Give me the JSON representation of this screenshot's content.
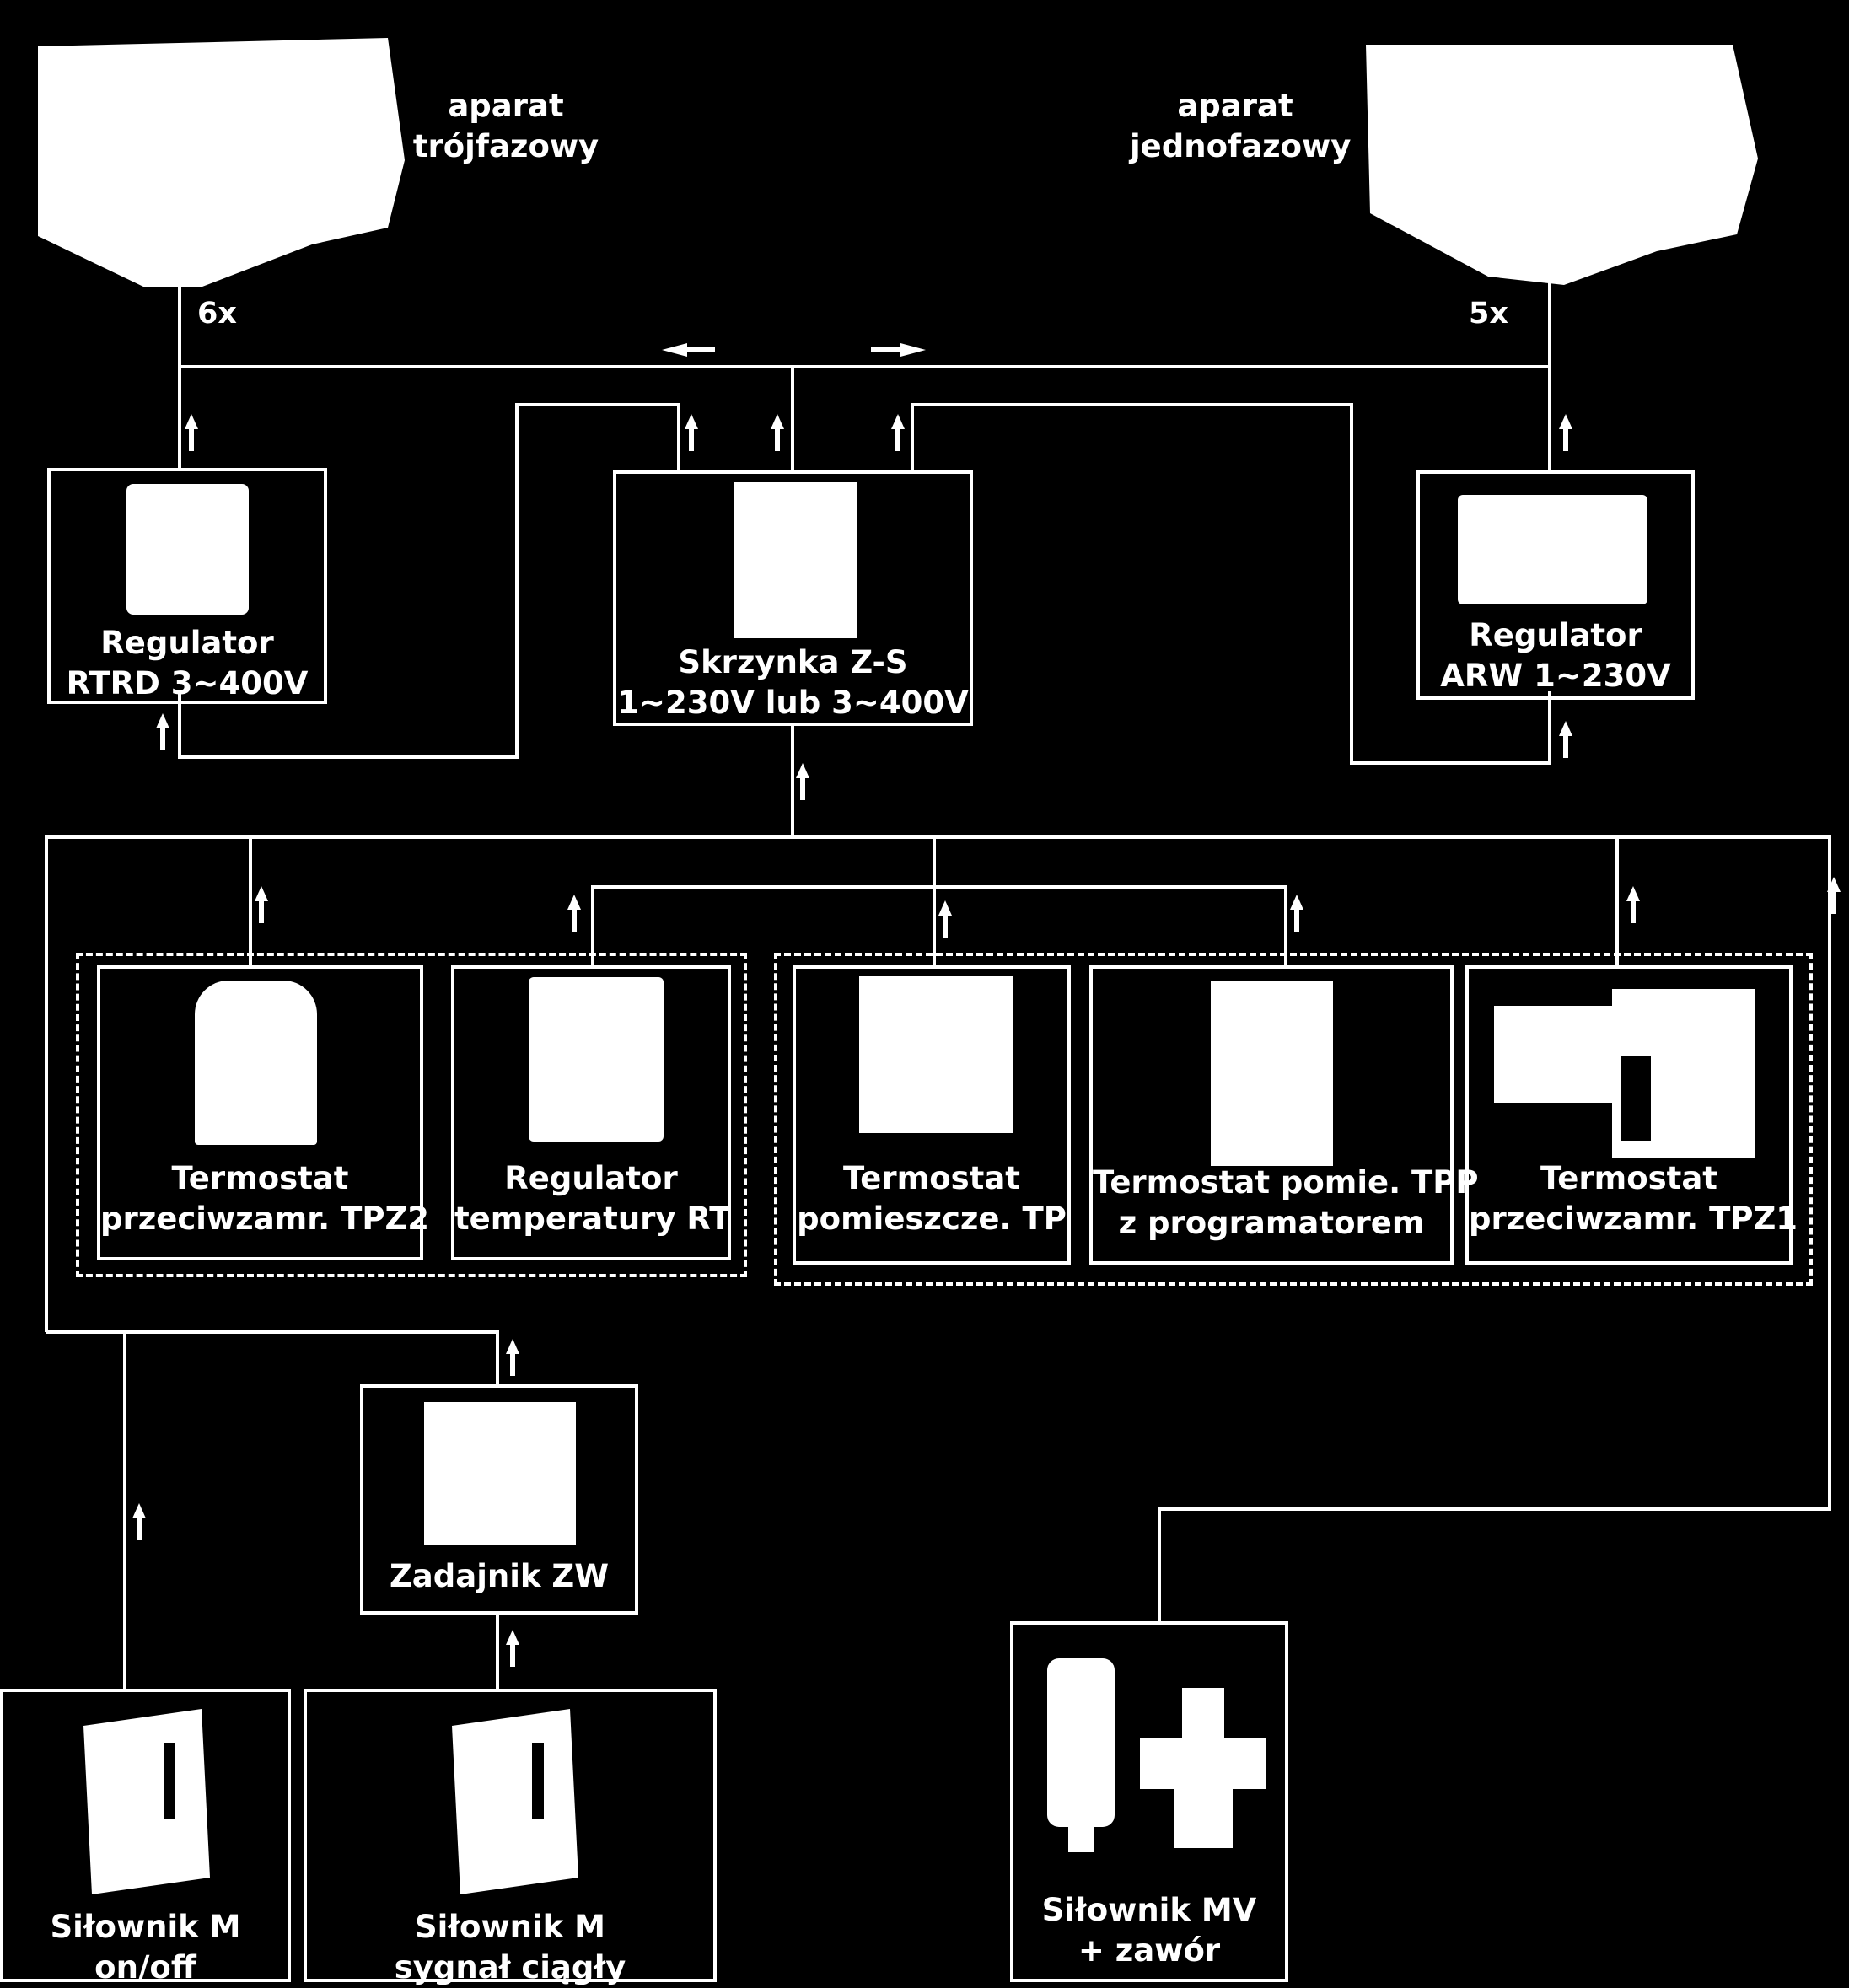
{
  "units": {
    "three_phase": {
      "line1": "aparat",
      "line2": "trójfazowy",
      "count": "6x"
    },
    "single_phase": {
      "line1": "aparat",
      "line2": "jednofazowy",
      "count": "5x"
    }
  },
  "boxes": {
    "rtrd": {
      "line1": "Regulator",
      "line2": "RTRD 3~400V"
    },
    "zs": {
      "line1": "Skrzynka Z-S",
      "line2": "1~230V lub 3~400V"
    },
    "arw": {
      "line1": "Regulator",
      "line2": "ARW 1~230V"
    },
    "tpz2": {
      "line1": "Termostat",
      "line2": "przeciwzamr. TPZ2"
    },
    "rt": {
      "line1": "Regulator",
      "line2": "temperatury RT"
    },
    "tp": {
      "line1": "Termostat",
      "line2": "pomieszcze. TP"
    },
    "tpp": {
      "line1": "Termostat pomie. TPP",
      "line2": "z programatorem"
    },
    "tpz1": {
      "line1": "Termostat",
      "line2": "przeciwzamr.  TPZ1"
    },
    "zw": {
      "line1": "Zadajnik ZW"
    },
    "m_onoff": {
      "line1": "Siłownik M",
      "line2": "on/off"
    },
    "m_cont": {
      "line1": "Siłownik M",
      "line2": "sygnał ciągły"
    },
    "mv": {
      "line1": "Siłownik MV",
      "line2": "+ zawór"
    }
  }
}
